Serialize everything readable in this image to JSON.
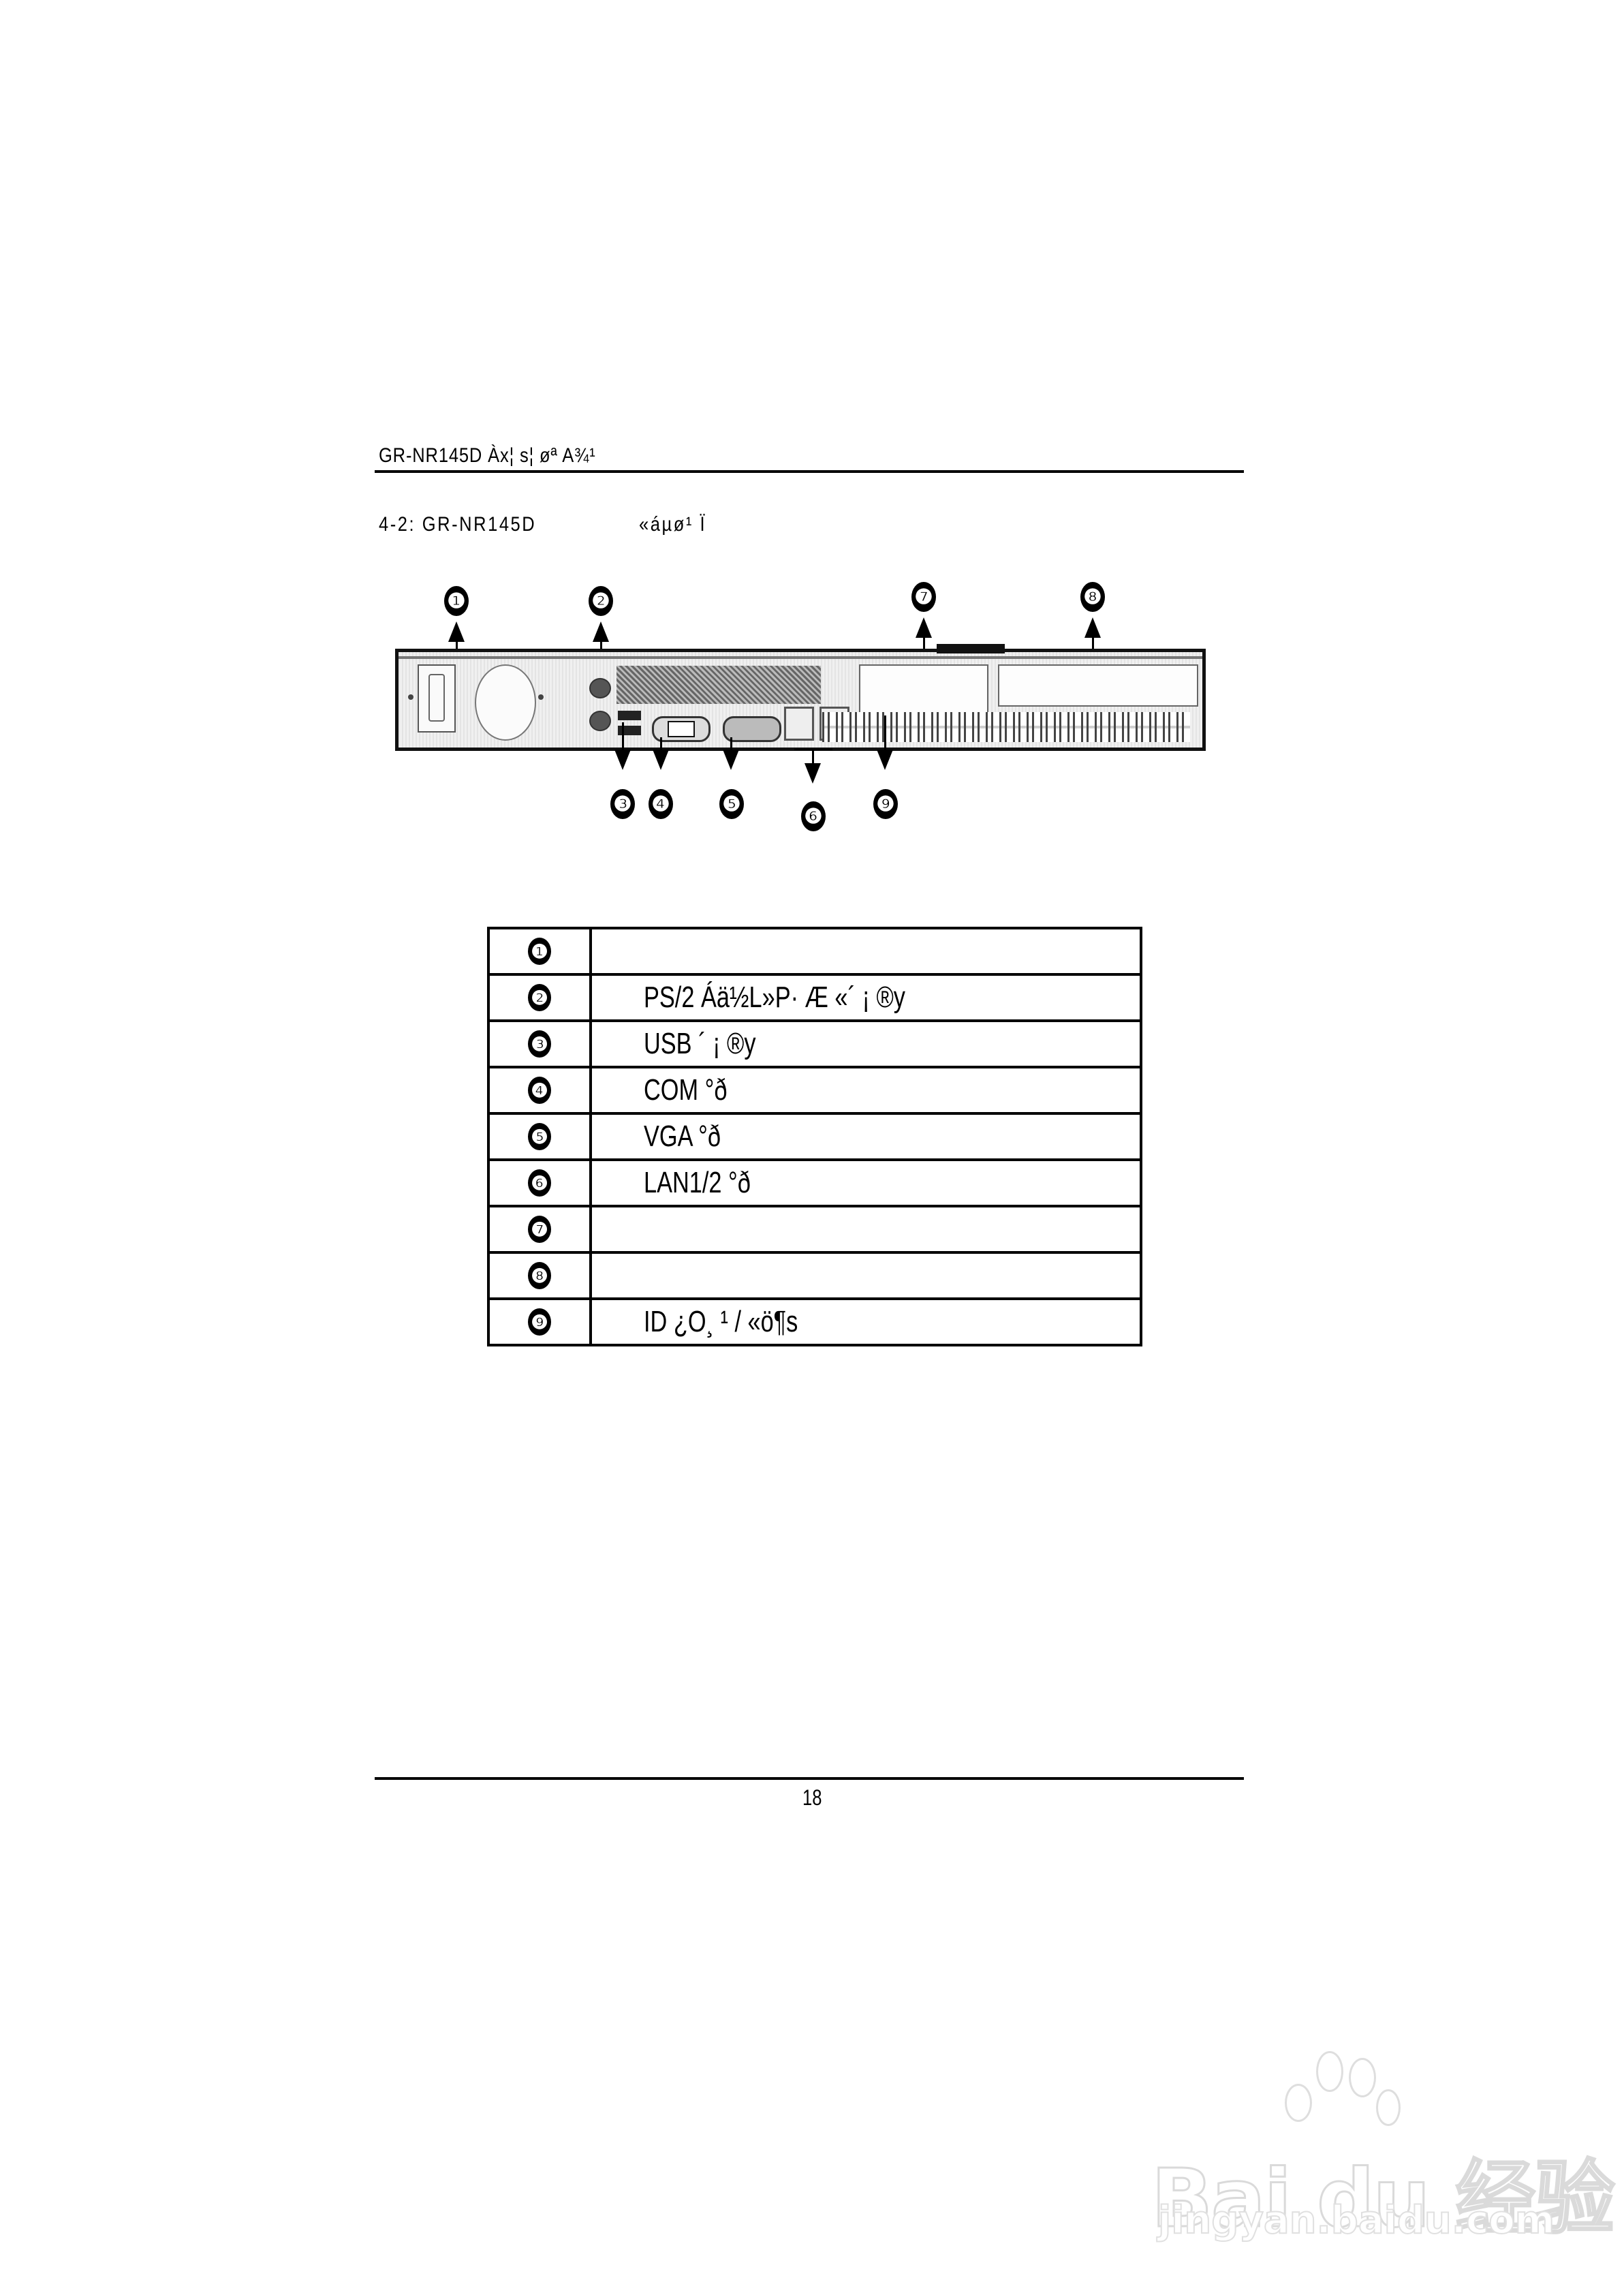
{
  "header": {
    "title": "GR-NR145D Àx¦ s¦ øª A¾¹"
  },
  "figure": {
    "caption_prefix": "4-2: GR-NR145D",
    "caption_suffix": "«áµø¹ Ï",
    "callouts_top": [
      "❶",
      "❷",
      "❼",
      "❽"
    ],
    "callouts_bottom": [
      "❸",
      "❹",
      "❺",
      "❻",
      "❾"
    ]
  },
  "legend": {
    "rows": [
      {
        "num": "❶",
        "desc": ""
      },
      {
        "num": "❷",
        "desc": "PS/2 Áä½L»P· Æ «´ ¡ ®y"
      },
      {
        "num": "❸",
        "desc": "USB ´ ¡ ®y"
      },
      {
        "num": "❹",
        "desc": "COM °ð"
      },
      {
        "num": "❺",
        "desc": "VGA °ð"
      },
      {
        "num": "❻",
        "desc": "LAN1/2 °ð"
      },
      {
        "num": "❼",
        "desc": ""
      },
      {
        "num": "❽",
        "desc": ""
      },
      {
        "num": "❾",
        "desc": "ID ¿O¸ ¹ / «ö¶s"
      }
    ]
  },
  "footer": {
    "page_number": "18"
  },
  "watermark": {
    "brand": "Bai du 经验",
    "url": "jingyan.baidu.com"
  }
}
